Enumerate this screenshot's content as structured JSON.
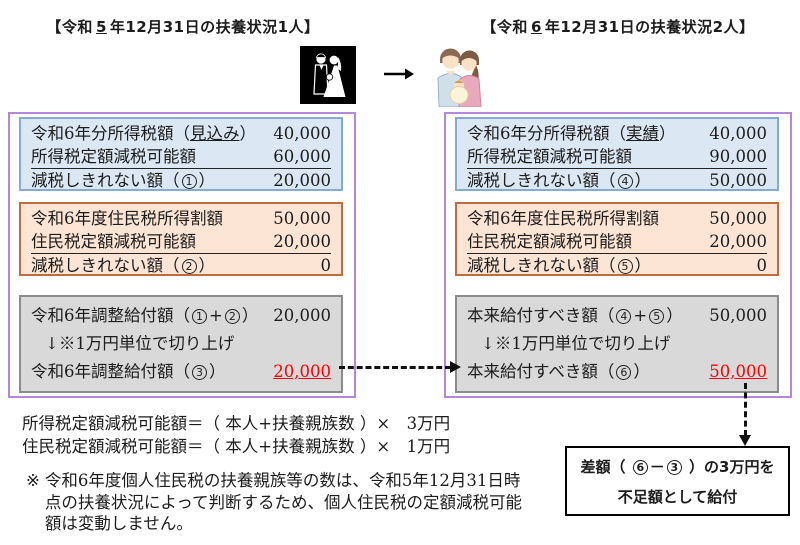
{
  "colors": {
    "panel_border": "#b787da",
    "blue_bg": "#dbe8f4",
    "blue_border": "#85abd3",
    "orange_bg": "#fce5d4",
    "orange_border": "#bf6d3f",
    "gray_bg": "#d9d9d9",
    "gray_border": "#8c8c8c",
    "highlight_red": "#ff0000"
  },
  "icons": {
    "wedding": "wedding-couple-icon",
    "family": "family-with-baby-icon",
    "arrow_between": "right-arrow",
    "horizontal_arrow": "dashed-right-arrow",
    "vertical_arrow": "dashed-down-arrow"
  },
  "header_left": {
    "pre": "【令和",
    "year": "5",
    "post": "年12月31日の扶養状況1人】"
  },
  "header_right": {
    "pre": "【令和",
    "year": "6",
    "post": "年12月31日の扶養状況2人】"
  },
  "left": {
    "box1": {
      "r1_pre": "令和6年分所得税額（",
      "r1_u": "見込み",
      "r1_post": "）",
      "r1_val": "40,000",
      "r2_label": "所得税定額減税可能額",
      "r2_val": "60,000",
      "r3_pre": "減税しきれない額（",
      "r3_circ": "1",
      "r3_post": "）",
      "r3_val": "20,000"
    },
    "box2": {
      "r1_label": "令和6年度住民税所得割額",
      "r1_val": "50,000",
      "r2_label": "住民税定額減税可能額",
      "r2_val": "20,000",
      "r3_pre": "減税しきれない額（",
      "r3_circ": "2",
      "r3_post": "）",
      "r3_val": "0"
    },
    "box3": {
      "r1_pre": "令和6年調整給付額（",
      "r1_c1": "1",
      "r1_plus": "+",
      "r1_c2": "2",
      "r1_post": "）",
      "r1_val": "20,000",
      "r2_note": "↓※1万円単位で切り上げ",
      "r3_pre": "令和6年調整給付額（",
      "r3_circ": "3",
      "r3_post": "）",
      "r3_val": "20,000"
    }
  },
  "right": {
    "box1": {
      "r1_pre": "令和6年分所得税額（",
      "r1_u": "実績",
      "r1_post": "）",
      "r1_val": "40,000",
      "r2_label": "所得税定額減税可能額",
      "r2_val": "90,000",
      "r3_pre": "減税しきれない額（",
      "r3_circ": "4",
      "r3_post": "）",
      "r3_val": "50,000"
    },
    "box2": {
      "r1_label": "令和6年度住民税所得割額",
      "r1_val": "50,000",
      "r2_label": "住民税定額減税可能額",
      "r2_val": "20,000",
      "r3_pre": "減税しきれない額（",
      "r3_circ": "5",
      "r3_post": "）",
      "r3_val": "0"
    },
    "box3": {
      "r1_pre": "本来給付すべき額（",
      "r1_c1": "4",
      "r1_plus": "+",
      "r1_c2": "5",
      "r1_post": "）",
      "r1_val": "50,000",
      "r2_note": "↓※1万円単位で切り上げ",
      "r3_pre": "本来給付すべき額（",
      "r3_circ": "6",
      "r3_post": "）",
      "r3_val": "50,000"
    }
  },
  "formulas": {
    "line1": "所得税定額減税可能額＝（ 本人+扶養親族数 ）×　3万円",
    "line2": "住民税定額減税可能額＝（ 本人+扶養親族数 ）×　1万円"
  },
  "note": {
    "marker": "※",
    "line1": "令和6年度個人住民税の扶養親族等の数は、令和5年12月31日時",
    "line2": "点の扶養状況によって判断するため、個人住民税の定額減税可能",
    "line3": "額は変動しません。"
  },
  "payout_box": {
    "l1_pre": "差額（ ",
    "l1_c1": "6",
    "l1_minus": "－",
    "l1_c2": "3",
    "l1_post": " ）の3万円を",
    "l2": "不足額として給付"
  }
}
